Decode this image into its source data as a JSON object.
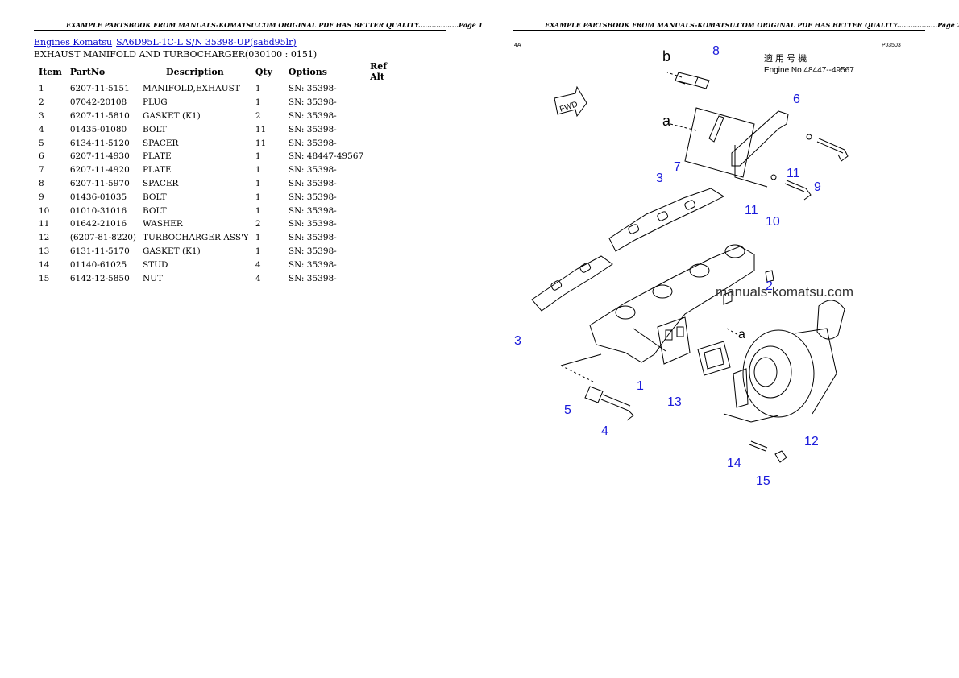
{
  "header": {
    "left": "EXAMPLE PARTSBOOK FROM MANUALS-KOMATSU.COM ORIGINAL PDF HAS BETTER QUALITY..................Page 1",
    "right": "EXAMPLE PARTSBOOK FROM MANUALS-KOMATSU.COM ORIGINAL PDF HAS BETTER QUALITY..................Page 2"
  },
  "breadcrumb": {
    "link1": "Engines Komatsu",
    "link2": "SA6D95L-1C-L S/N 35398-UP(sa6d95lr)"
  },
  "subtitle": "EXHAUST MANIFOLD AND TURBOCHARGER(030100 : 0151)",
  "table": {
    "headers": [
      "Item",
      "PartNo",
      "Description",
      "Qty",
      "Options",
      "Ref Alt"
    ],
    "rows": [
      [
        "1",
        "6207-11-5151",
        "MANIFOLD,EXHAUST",
        "1",
        "SN: 35398-",
        ""
      ],
      [
        "2",
        "07042-20108",
        "PLUG",
        "1",
        "SN: 35398-",
        ""
      ],
      [
        "3",
        "6207-11-5810",
        "GASKET (K1)",
        "2",
        "SN: 35398-",
        ""
      ],
      [
        "4",
        "01435-01080",
        "BOLT",
        "11",
        "SN: 35398-",
        ""
      ],
      [
        "5",
        "6134-11-5120",
        "SPACER",
        "11",
        "SN: 35398-",
        ""
      ],
      [
        "6",
        "6207-11-4930",
        "PLATE",
        "1",
        "SN: 48447-49567",
        ""
      ],
      [
        "7",
        "6207-11-4920",
        "PLATE",
        "1",
        "SN: 35398-",
        ""
      ],
      [
        "8",
        "6207-11-5970",
        "SPACER",
        "1",
        "SN: 35398-",
        ""
      ],
      [
        "9",
        "01436-01035",
        "BOLT",
        "1",
        "SN: 35398-",
        ""
      ],
      [
        "10",
        "01010-31016",
        "BOLT",
        "1",
        "SN: 35398-",
        ""
      ],
      [
        "11",
        "01642-21016",
        "WASHER",
        "2",
        "SN: 35398-",
        ""
      ],
      [
        "12",
        "(6207-81-8220)",
        "TURBOCHARGER ASS'Y",
        "1",
        "SN: 35398-",
        ""
      ],
      [
        "13",
        "6131-11-5170",
        "GASKET (K1)",
        "1",
        "SN: 35398-",
        ""
      ],
      [
        "14",
        "01140-61025",
        "STUD",
        "4",
        "SN: 35398-",
        ""
      ],
      [
        "15",
        "6142-12-5850",
        "NUT",
        "4",
        "SN: 35398-",
        ""
      ]
    ]
  },
  "diagram": {
    "corner_left": "4A",
    "corner_right": "PJ3503",
    "jp_note": "適 用 号 機",
    "engine_no": "Engine No 48447--49567",
    "fwd": "FWD",
    "watermark": "manuals-komatsu.com",
    "letter_a": "a",
    "letter_b": "b",
    "callout_color": "#1a1adb",
    "callouts": {
      "c1": "1",
      "c2": "2",
      "c3a": "3",
      "c3b": "3",
      "c4": "4",
      "c5": "5",
      "c6": "6",
      "c7": "7",
      "c8": "8",
      "c9": "9",
      "c10": "10",
      "c11a": "11",
      "c11b": "11",
      "c12": "12",
      "c13": "13",
      "c14": "14",
      "c15": "15"
    }
  }
}
